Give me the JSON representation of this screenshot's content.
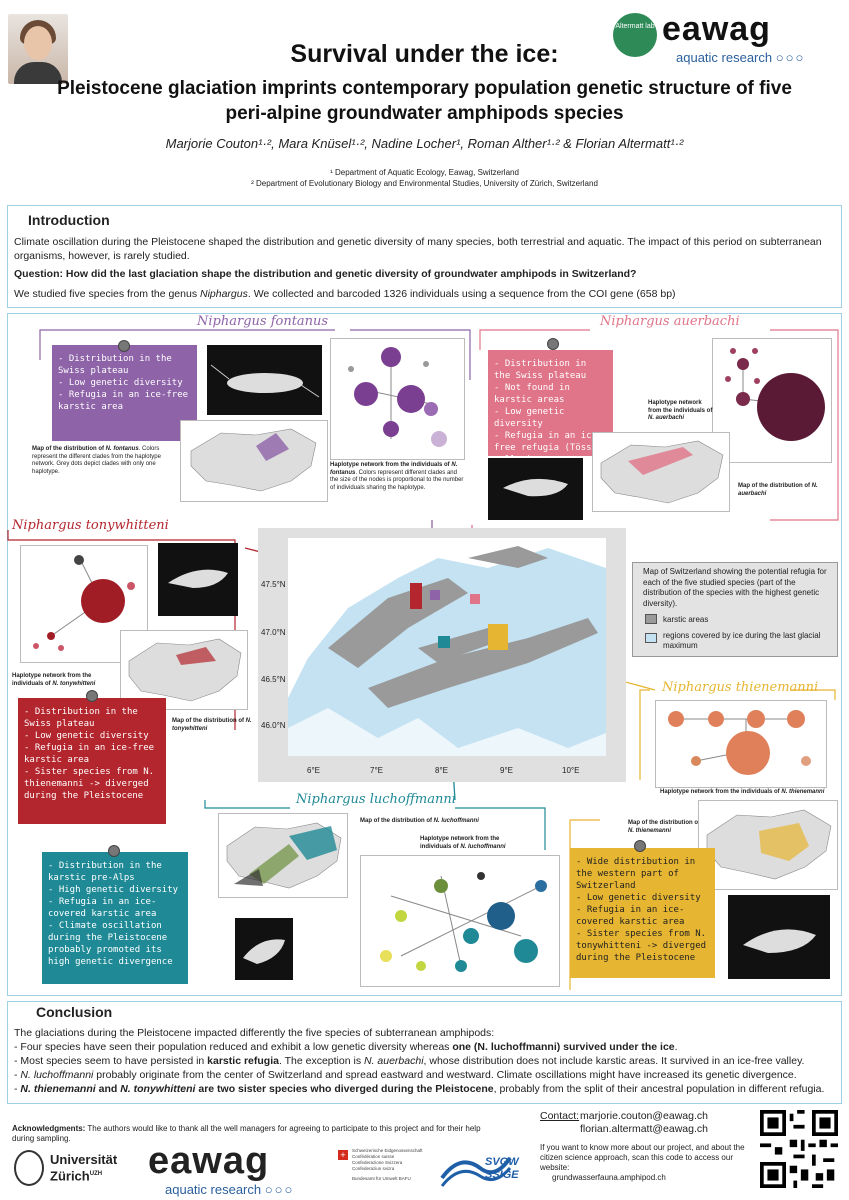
{
  "header": {
    "title": "Survival under the ice:",
    "subtitle": "Pleistocene glaciation imprints contemporary population genetic structure of five peri-alpine groundwater amphipods species",
    "authors": "Marjorie Couton¹·², Mara Knüsel¹·², Nadine Locher¹, Roman Alther¹·² & Florian Altermatt¹·²",
    "affiliation_1": "¹ Department of Aquatic Ecology, Eawag, Switzerland",
    "affiliation_2": "² Department of Evolutionary Biology and Environmental Studies, University of Zürich, Switzerland",
    "logo_altermatt": "Altermatt lab",
    "logo_eawag": "eawag",
    "logo_eawag_sub": "aquatic research"
  },
  "intro": {
    "title": "Introduction",
    "p1": "Climate oscillation during the Pleistocene shaped the distribution and genetic diversity of many species, both terrestrial and aquatic. The impact of this period on subterranean organisms, however, is rarely studied.",
    "question": "Question: How did the last glaciation shape the distribution and genetic diversity of groundwater amphipods in Switzerland?",
    "p2_a": "We studied five species from the genus ",
    "p2_genus": "Niphargus",
    "p2_b": ". We collected  and barcoded 1326 individuals using a sequence from the COI gene (658 bp)"
  },
  "species": {
    "fontanus": {
      "name": "Niphargus fontanus",
      "color": "#8e63a8",
      "notes": [
        "- Distribution in the Swiss plateau",
        "- Low genetic diversity",
        "- Refugia in an ice-free karstic area"
      ],
      "map_caption_a": "Map of the distribution of ",
      "map_caption_sp": "N. fontanus",
      "map_caption_b": ". Colors represent the different clades from the haplotype network. Grey dots depict clades with only one haplotype.",
      "net_caption_a": "Haplotype network from the individuals of ",
      "net_caption_sp": "N. fontanus",
      "net_caption_b": ". Colors represent different clades and the size of the nodes is proportional to the number of individuals sharing the haplotype."
    },
    "auerbachi": {
      "name": "Niphargus auerbachi",
      "color": "#e07488",
      "notes": [
        "- Distribution in the Swiss plateau",
        "- Not found in karstic areas",
        "- Low genetic diversity",
        "- Refugia in an ice-free refugia (Töss valley)"
      ],
      "net_caption_a": "Haplotype network from the individuals of ",
      "net_caption_sp": "N. auerbachi",
      "map_caption_a": "Map of the distribution of ",
      "map_caption_sp": "N. auerbachi"
    },
    "tonywhitteni": {
      "name": "Niphargus tonywhitteni",
      "color": "#b3262e",
      "notes": [
        "- Distribution in the Swiss plateau",
        "- Low genetic diversity",
        "- Refugia in an ice-free karstic area",
        "- Sister species from N. thienemanni -> diverged during the Pleistocene"
      ],
      "net_caption_a": "Haplotype network from the individuals of ",
      "net_caption_sp": "N. tonywhitteni",
      "map_caption_a": "Map of the distribution of ",
      "map_caption_sp": "N. tonywhitteni"
    },
    "thienemanni": {
      "name": "Niphargus thienemanni",
      "color": "#e6b531",
      "notes": [
        "- Wide distribution in the western part of Switzerland",
        "- Low genetic diversity",
        "- Refugia in an ice-covered karstic area",
        "- Sister species from N. tonywhitteni -> diverged during the Pleistocene"
      ],
      "net_caption_a": "Haplotype network from the individuals of ",
      "net_caption_sp": "N. thienemanni",
      "map_caption_a": "Map of the distribution of ",
      "map_caption_sp": "N. thienemanni"
    },
    "luchoffmanni": {
      "name": "Niphargus luchoffmanni",
      "color": "#1f8a96",
      "notes": [
        "- Distribution in the karstic pre-Alps",
        "- High genetic diversity",
        "- Refugia in an ice-covered karstic area",
        "- Climate oscillation during the Pleistocene probably promoted its high genetic divergence"
      ],
      "map_caption_a": "Map of the distribution of ",
      "map_caption_sp": "N. luchoffmanni",
      "net_caption_a": "Haplotype network from the individuals of ",
      "net_caption_sp": "N. luchoffmanni"
    }
  },
  "central_map": {
    "lat_labels": [
      "47.5°N",
      "47.0°N",
      "46.5°N",
      "46.0°N"
    ],
    "lon_labels": [
      "6°E",
      "7°E",
      "8°E",
      "9°E",
      "10°E"
    ],
    "legend_text": "Map of Switzerland showing the potential refugia for each of the five studied species (part of the distribution of the species with the highest genetic diversity).",
    "legend_karst": "karstic areas",
    "legend_ice": "regions covered by ice during the last glacial maximum",
    "karst_color": "#9a9a9a",
    "ice_color": "#c4e2f2"
  },
  "conclusion": {
    "title": "Conclusion",
    "l1": "The glaciations during the Pleistocene impacted differently the five species of subterranean amphipods:",
    "l2_a": "- Four species have seen their population reduced and exhibit a low genetic diversity whereas ",
    "l2_b": "one (N. luchoffmanni) survived under the ice",
    "l2_c": ".",
    "l3_a": "- Most species seem to have persisted in ",
    "l3_b": "karstic refugia",
    "l3_c": ". The exception is ",
    "l3_d": "N. auerbachi",
    "l3_e": ", whose distribution does not include karstic areas. It survived in an ice-free valley.",
    "l4_a": "N. luchoffmanni",
    "l4_b": " probably originate from the center of Switzerland and spread eastward and westward. Climate oscillations might have increased its genetic divergence.",
    "l5_a": "N. thienemanni",
    "l5_b": " and ",
    "l5_c": "N. tonywhitteni",
    "l5_d": " are two sister species who diverged during the Pleistocene",
    "l5_e": ", probably from the split of their ancestral population in different refugia."
  },
  "footer": {
    "ack_label": "Acknowledgments:",
    "ack_text": " The authors would like to thank all the well managers for agreeing to participate to this project and for their help during sampling.",
    "contact_label": "Contact:",
    "email_1": "marjorie.couton@eawag.ch",
    "email_2": "florian.altermatt@eawag.ch",
    "qr_text": "If you want to know more about our project, and about the citizen science approach, scan this code to access our website:",
    "website": "grundwasserfauna.amphipod.ch",
    "uzh_1": "Universität",
    "uzh_2": "Zürich",
    "uzh_sup": "UZH",
    "eawag": "eawag",
    "eawag_sub": "aquatic research",
    "bafu_1": "Schweizerische Eidgenossenschaft",
    "bafu_2": "Confédération suisse",
    "bafu_3": "Confederazione Svizzera",
    "bafu_4": "Confederaziun svizra",
    "bafu_5": "Bundesamt für Umwelt BAFU",
    "svgw_1": "SVGW",
    "svgw_2": "SSIGE"
  }
}
